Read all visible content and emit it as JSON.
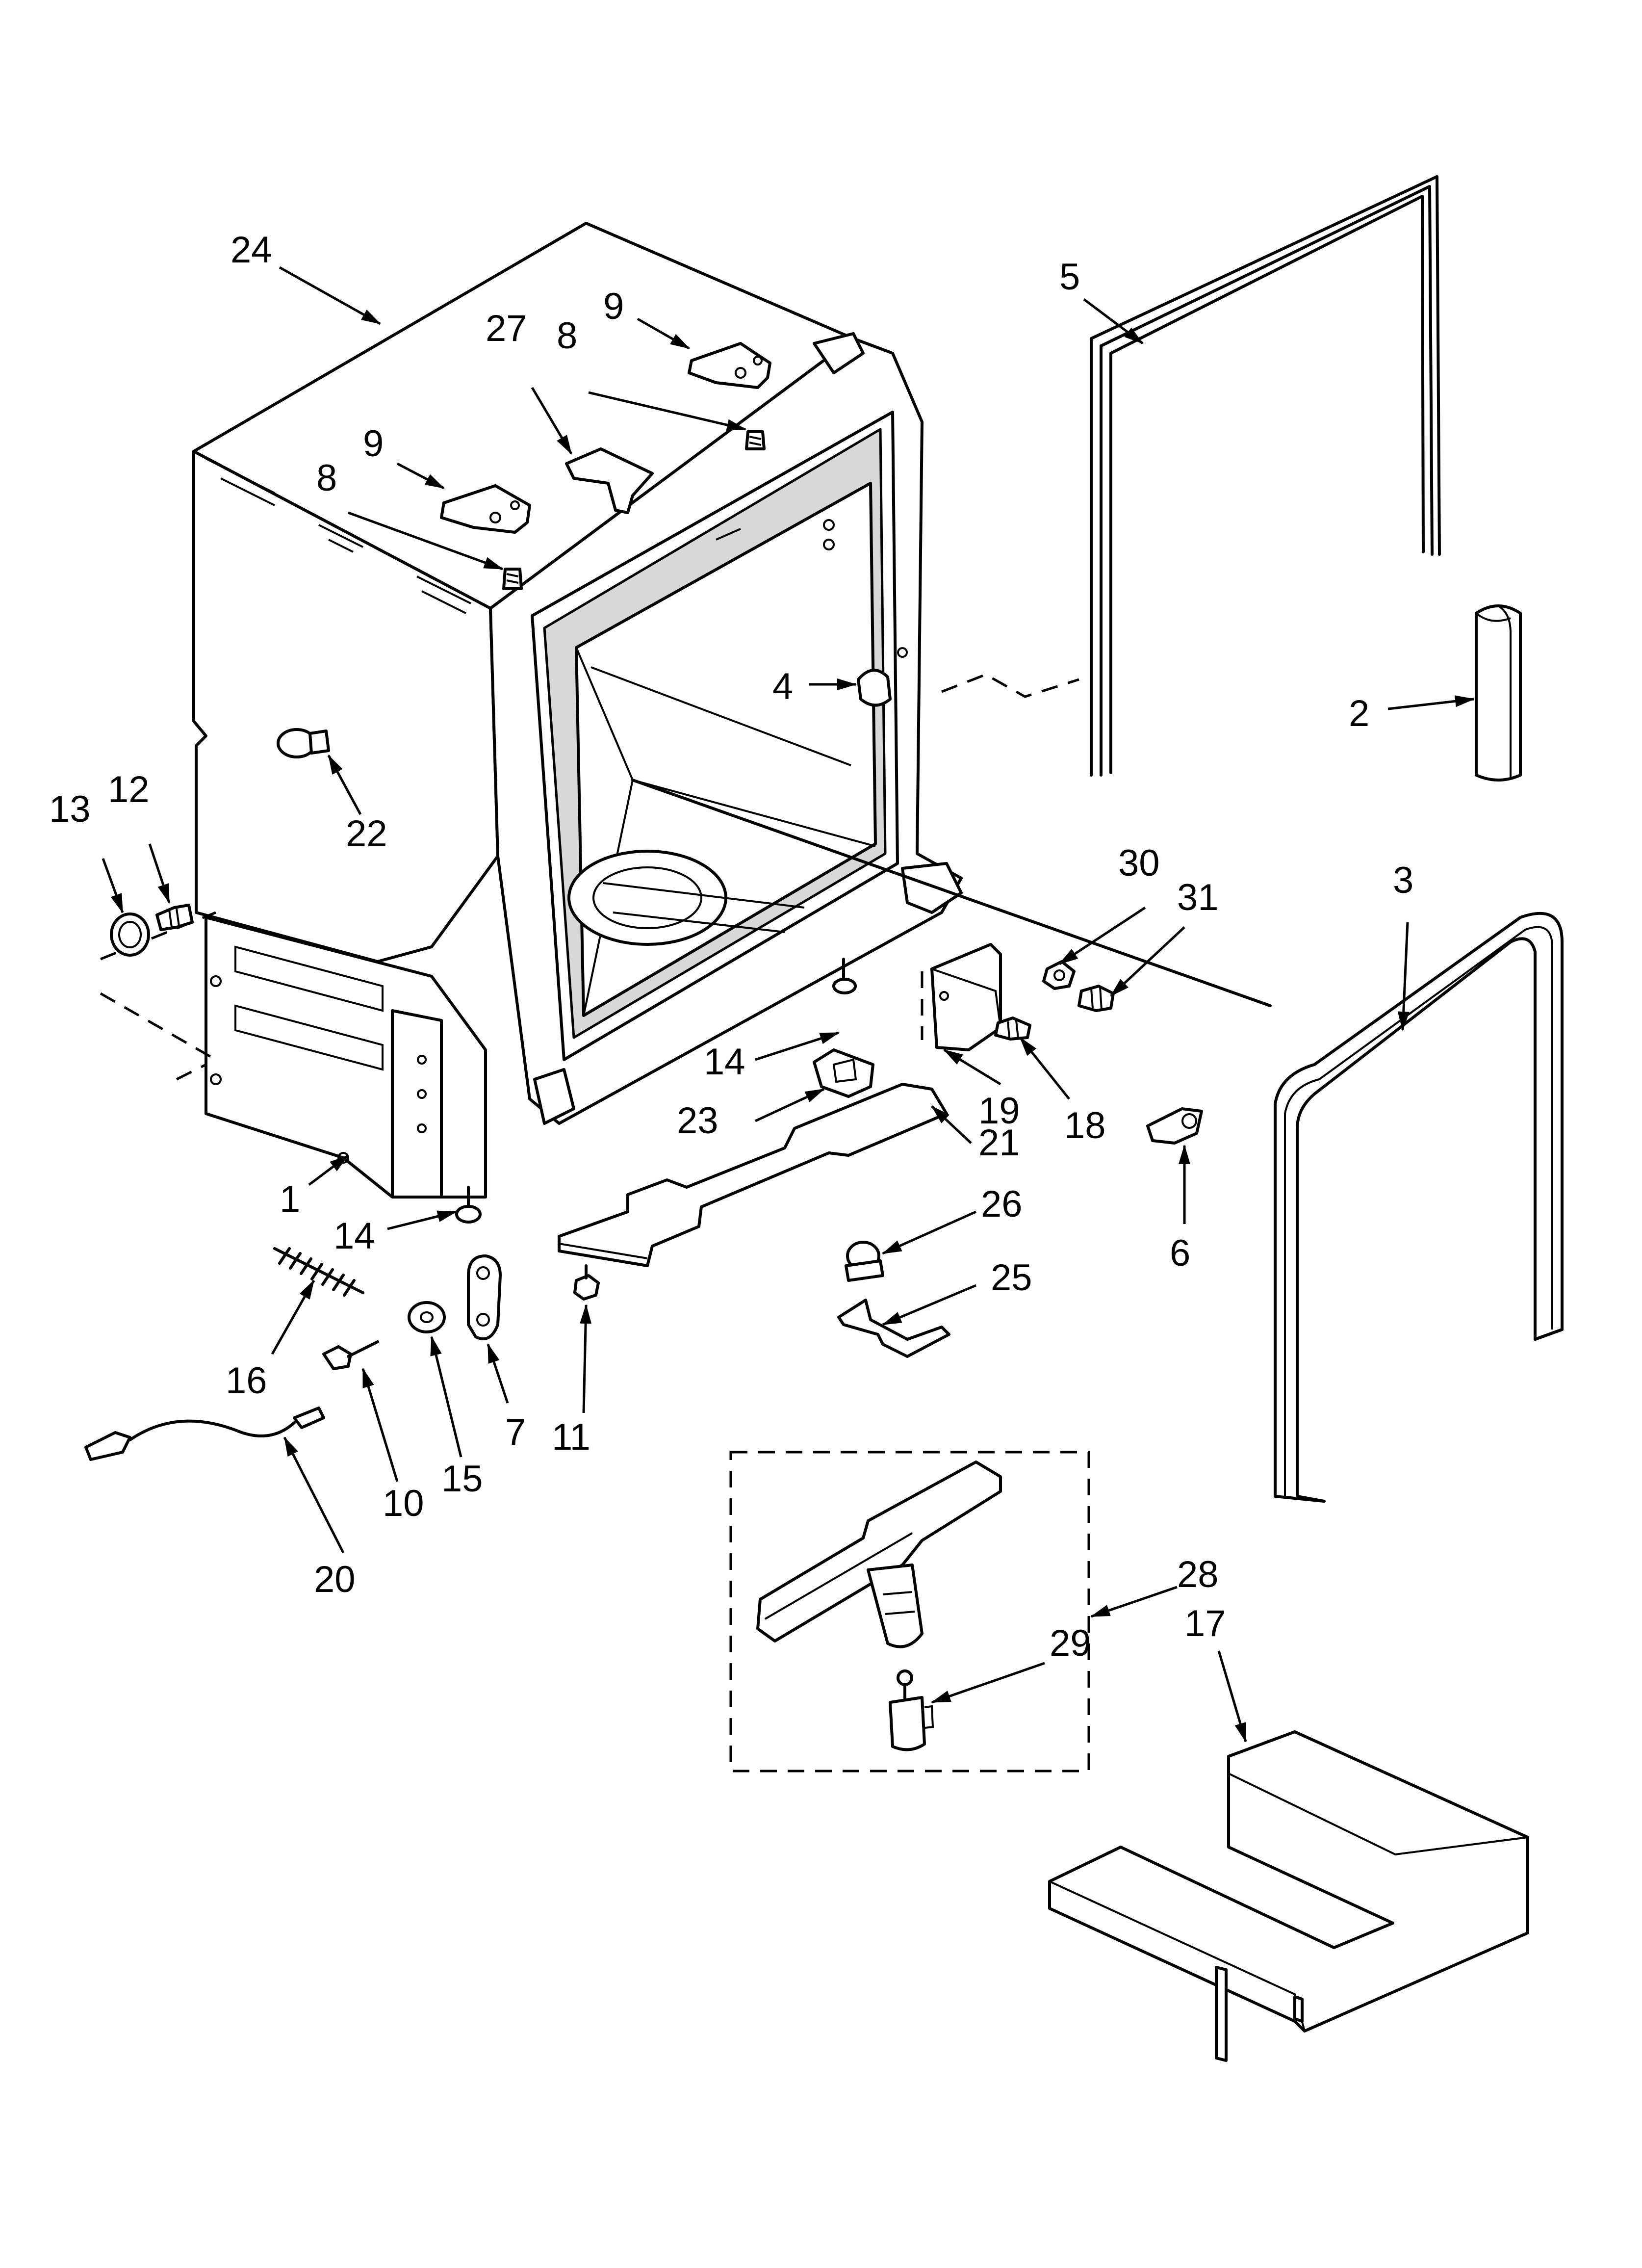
{
  "callouts": [
    {
      "id": "c1",
      "label": "1"
    },
    {
      "id": "c2",
      "label": "2"
    },
    {
      "id": "c3",
      "label": "3"
    },
    {
      "id": "c4",
      "label": "4"
    },
    {
      "id": "c5",
      "label": "5"
    },
    {
      "id": "c6",
      "label": "6"
    },
    {
      "id": "c7",
      "label": "7"
    },
    {
      "id": "c8a",
      "label": "8"
    },
    {
      "id": "c8b",
      "label": "8"
    },
    {
      "id": "c9a",
      "label": "9"
    },
    {
      "id": "c9b",
      "label": "9"
    },
    {
      "id": "c10",
      "label": "10"
    },
    {
      "id": "c11",
      "label": "11"
    },
    {
      "id": "c12",
      "label": "12"
    },
    {
      "id": "c13",
      "label": "13"
    },
    {
      "id": "c14a",
      "label": "14"
    },
    {
      "id": "c14b",
      "label": "14"
    },
    {
      "id": "c15",
      "label": "15"
    },
    {
      "id": "c16",
      "label": "16"
    },
    {
      "id": "c17",
      "label": "17"
    },
    {
      "id": "c18",
      "label": "18"
    },
    {
      "id": "c19",
      "label": "19"
    },
    {
      "id": "c20",
      "label": "20"
    },
    {
      "id": "c21",
      "label": "21"
    },
    {
      "id": "c22",
      "label": "22"
    },
    {
      "id": "c23",
      "label": "23"
    },
    {
      "id": "c24",
      "label": "24"
    },
    {
      "id": "c25",
      "label": "25"
    },
    {
      "id": "c26",
      "label": "26"
    },
    {
      "id": "c27",
      "label": "27"
    },
    {
      "id": "c28",
      "label": "28"
    },
    {
      "id": "c29",
      "label": "29"
    },
    {
      "id": "c30",
      "label": "30"
    },
    {
      "id": "c31",
      "label": "31"
    }
  ]
}
